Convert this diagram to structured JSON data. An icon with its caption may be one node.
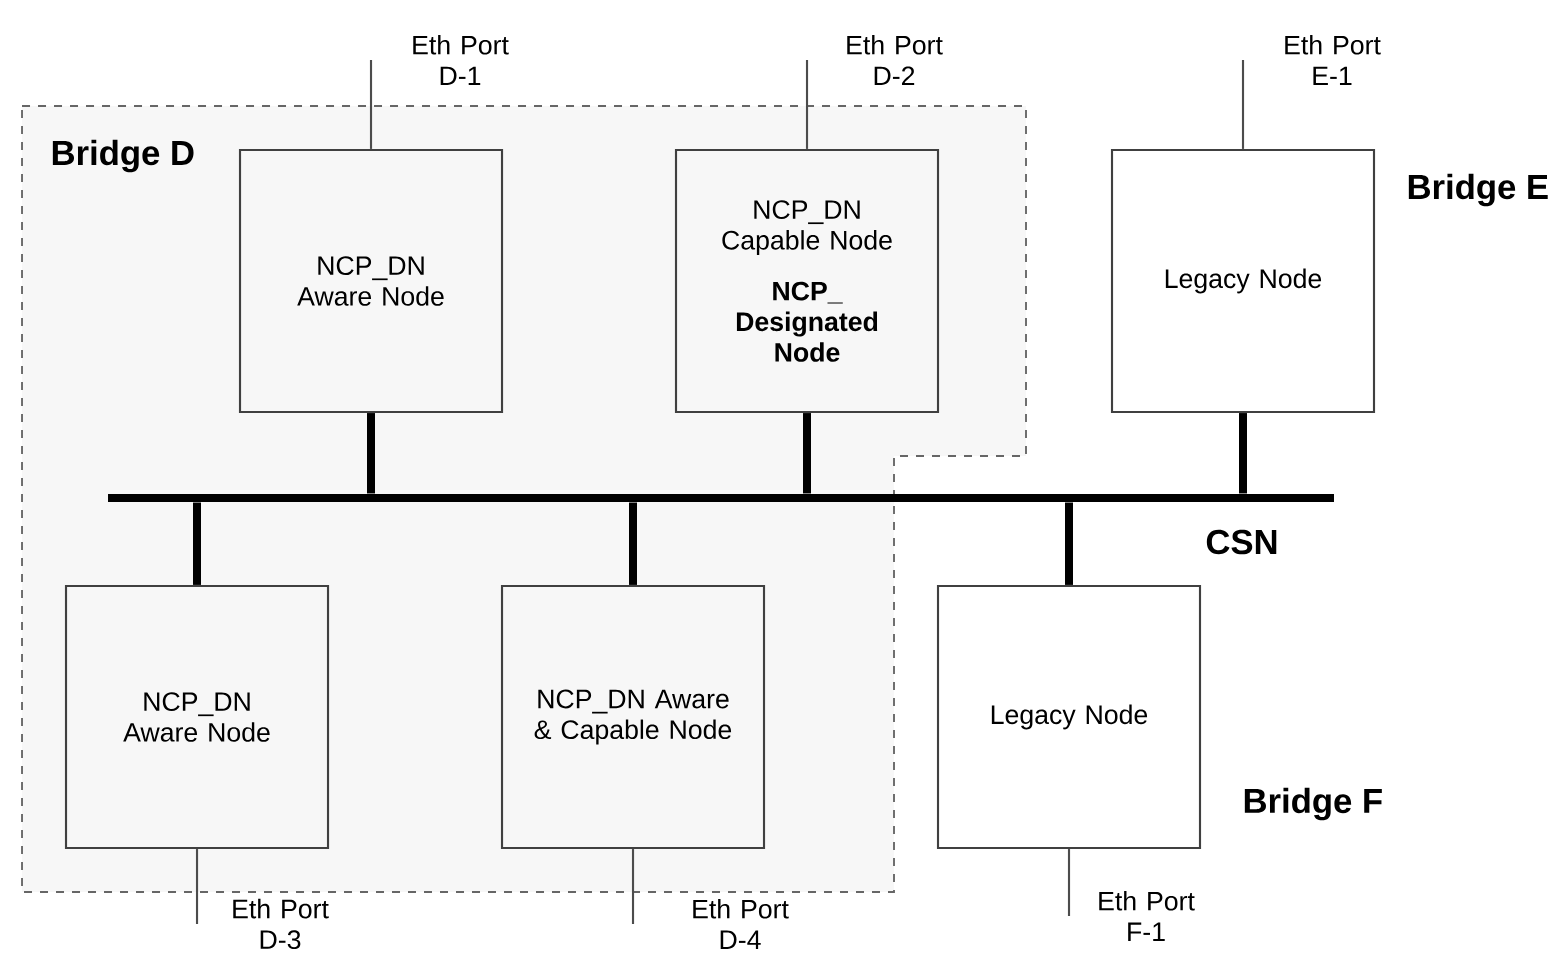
{
  "diagram": {
    "nodes": [
      {
        "text": [
          "Bridge D"
        ]
      },
      {
        "text": [
          "NCP_DN Aware Node"
        ],
        "in": 0
      },
      {
        "text": [
          "NCP_DN Capable Node",
          "NCP_ Designated Node"
        ],
        "in": 0
      },
      {
        "text": [
          "Legacy Node"
        ],
        "beside": [
          "Bridge E"
        ]
      },
      {
        "text": [
          "NCP_DN Aware Node"
        ],
        "in": 0
      },
      {
        "text": [
          "NCP_DN Aware & Capable Node"
        ],
        "in": 0
      },
      {
        "text": [
          "Legacy Node"
        ],
        "beside": [
          "Bridge F"
        ]
      },
      {
        "text": [
          "CSN"
        ]
      },
      {
        "text": [
          "Eth Port D-1"
        ]
      },
      {
        "text": [
          "Eth Port D-2"
        ]
      },
      {
        "text": [
          "Eth Port E-1"
        ]
      },
      {
        "text": [
          "Eth Port D-3"
        ]
      },
      {
        "text": [
          "Eth Port D-4"
        ]
      },
      {
        "text": [
          "Eth Port F-1"
        ]
      }
    ],
    "edges": [
      {
        "from": 8,
        "to": 1,
        "arrow": "none"
      },
      {
        "from": 9,
        "to": 2,
        "arrow": "none"
      },
      {
        "from": 10,
        "to": 3,
        "arrow": "none"
      },
      {
        "from": 11,
        "to": 4,
        "arrow": "none"
      },
      {
        "from": 12,
        "to": 5,
        "arrow": "none"
      },
      {
        "from": 13,
        "to": 6,
        "arrow": "none"
      },
      {
        "from": 1,
        "to": 7,
        "arrow": "none",
        "style": "thick"
      },
      {
        "from": 2,
        "to": 7,
        "arrow": "none",
        "style": "thick"
      },
      {
        "from": 3,
        "to": 7,
        "arrow": "none",
        "style": "thick"
      },
      {
        "from": 4,
        "to": 7,
        "arrow": "none",
        "style": "thick"
      },
      {
        "from": 5,
        "to": 7,
        "arrow": "none",
        "style": "thick"
      },
      {
        "from": 6,
        "to": 7,
        "arrow": "none",
        "style": "thick"
      }
    ]
  }
}
